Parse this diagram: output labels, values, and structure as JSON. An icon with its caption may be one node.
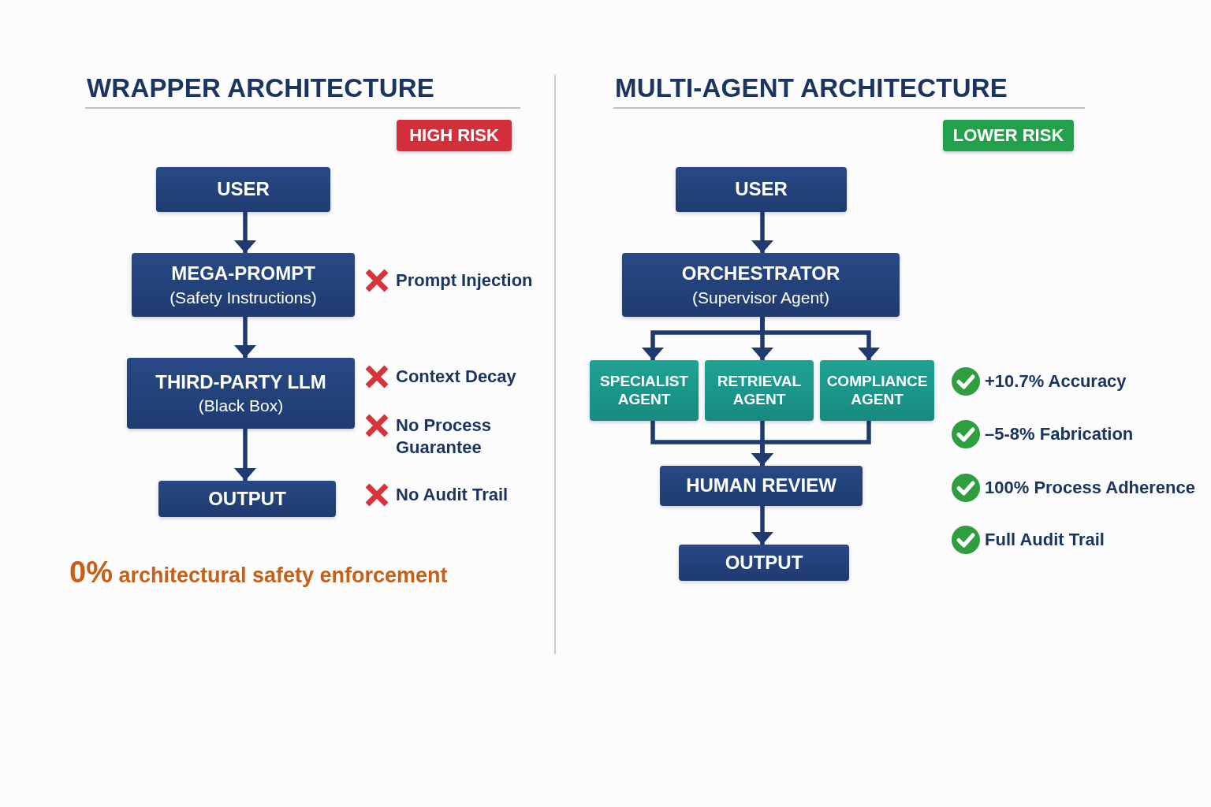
{
  "diagram": {
    "nodes": [
      {
        "text": [
          "HIGH RISK"
        ]
      },
      {
        "text": [
          "USER"
        ]
      },
      {
        "text": [
          "MEGA-PROMPT",
          "(Safety Instructions)"
        ]
      },
      {
        "text": [
          "THIRD-PARTY LLM",
          "(Black Box)"
        ]
      },
      {
        "text": [
          "OUTPUT"
        ]
      },
      {
        "text": [
          "LOWER RISK"
        ]
      },
      {
        "text": [
          "USER"
        ]
      },
      {
        "text": [
          "ORCHESTRATOR",
          "(Supervisor Agent)"
        ]
      },
      {
        "text": [
          "SPECIALIST AGENT"
        ]
      },
      {
        "text": [
          "RETRIEVAL AGENT"
        ]
      },
      {
        "text": [
          "COMPLIANCE AGENT"
        ]
      },
      {
        "text": [
          "HUMAN REVIEW"
        ]
      },
      {
        "text": [
          "OUTPUT"
        ]
      }
    ],
    "edges": [
      {
        "from": 1,
        "to": 2,
        "arrow": "to"
      },
      {
        "from": 2,
        "to": 3,
        "arrow": "to"
      },
      {
        "from": 3,
        "to": 4,
        "arrow": "to"
      },
      {
        "from": 6,
        "to": 7,
        "arrow": "to"
      },
      {
        "from": 7,
        "to": 8,
        "arrow": "to"
      },
      {
        "from": 7,
        "to": 9,
        "arrow": "to"
      },
      {
        "from": 7,
        "to": 10,
        "arrow": "to"
      },
      {
        "from": 8,
        "to": 11,
        "arrow": "to"
      },
      {
        "from": 9,
        "to": 11,
        "arrow": "to"
      },
      {
        "from": 10,
        "to": 11,
        "arrow": "to"
      },
      {
        "from": 11,
        "to": 12,
        "arrow": "to"
      }
    ],
    "labels": [
      "WRAPPER ARCHITECTURE",
      "Prompt Injection",
      "Context Decay",
      "No Process Guarantee",
      "No Audit Trail",
      "0% architectural safety enforcement",
      "MULTI-AGENT ARCHITECTURE",
      "+10.7% Accuracy",
      "–5-8% Fabrication",
      "100% Process Adherence",
      "Full Audit Trail"
    ]
  }
}
